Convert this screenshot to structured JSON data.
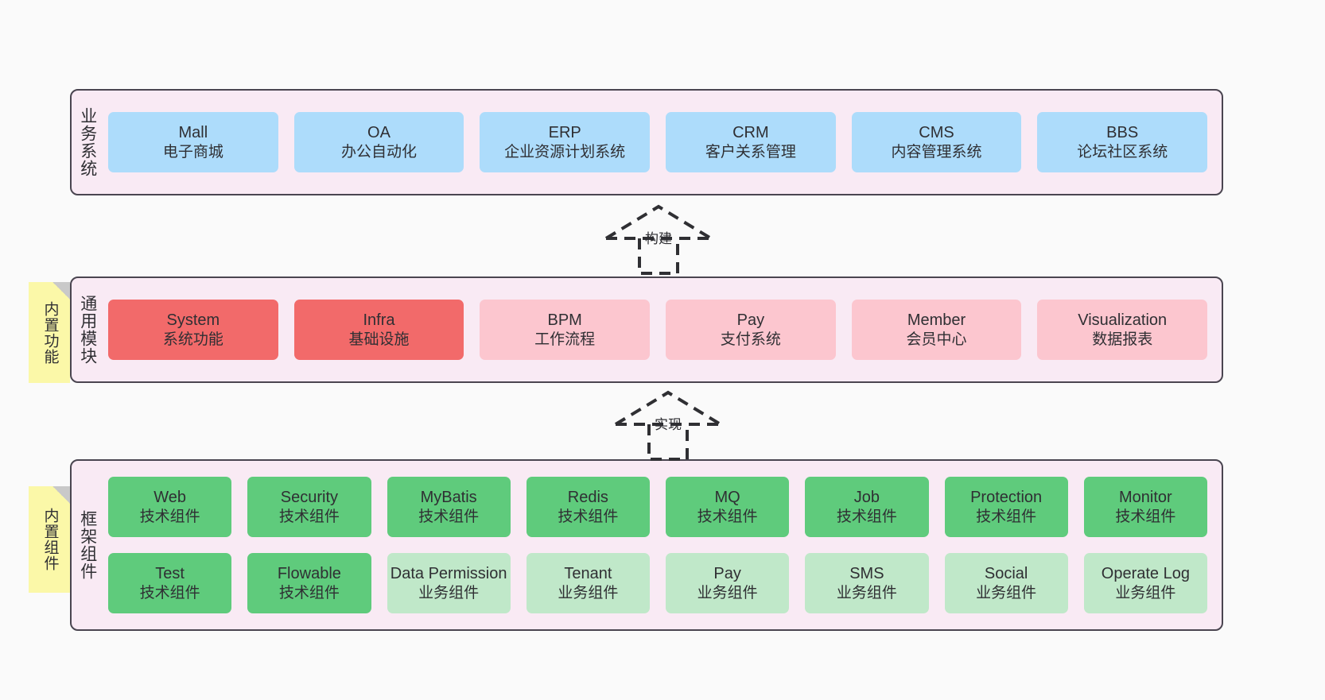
{
  "diagram": {
    "title_vertical_orientation": "upright",
    "colors": {
      "layer_bg": "#f9eaf4",
      "layer_border": "#4a4550",
      "blue": "#addcfb",
      "red": "#f26a6a",
      "pink": "#fcc6cf",
      "green": "#5fcb7c",
      "green_light": "#c0e8c9",
      "note_bg": "#fbf8a8",
      "note_fold": "#c9c9c9",
      "page_bg": "#fafafa"
    }
  },
  "layers": [
    {
      "id": "business",
      "label": "业务系统",
      "rows": [
        {
          "boxes": [
            {
              "title": "Mall",
              "subtitle": "电子商城",
              "color": "blue"
            },
            {
              "title": "OA",
              "subtitle": "办公自动化",
              "color": "blue"
            },
            {
              "title": "ERP",
              "subtitle": "企业资源计划系统",
              "color": "blue"
            },
            {
              "title": "CRM",
              "subtitle": "客户关系管理",
              "color": "blue"
            },
            {
              "title": "CMS",
              "subtitle": "内容管理系统",
              "color": "blue"
            },
            {
              "title": "BBS",
              "subtitle": "论坛社区系统",
              "color": "blue"
            }
          ]
        }
      ]
    },
    {
      "id": "modules",
      "label": "通用模块",
      "note": "内置功能",
      "rows": [
        {
          "boxes": [
            {
              "title": "System",
              "subtitle": "系统功能",
              "color": "red"
            },
            {
              "title": "Infra",
              "subtitle": "基础设施",
              "color": "red"
            },
            {
              "title": "BPM",
              "subtitle": "工作流程",
              "color": "pink"
            },
            {
              "title": "Pay",
              "subtitle": "支付系统",
              "color": "pink"
            },
            {
              "title": "Member",
              "subtitle": "会员中心",
              "color": "pink"
            },
            {
              "title": "Visualization",
              "subtitle": "数据报表",
              "color": "pink"
            }
          ]
        }
      ]
    },
    {
      "id": "frame",
      "label": "框架组件",
      "note": "内置组件",
      "rows": [
        {
          "boxes": [
            {
              "title": "Web",
              "subtitle": "技术组件",
              "color": "green"
            },
            {
              "title": "Security",
              "subtitle": "技术组件",
              "color": "green"
            },
            {
              "title": "MyBatis",
              "subtitle": "技术组件",
              "color": "green"
            },
            {
              "title": "Redis",
              "subtitle": "技术组件",
              "color": "green"
            },
            {
              "title": "MQ",
              "subtitle": "技术组件",
              "color": "green"
            },
            {
              "title": "Job",
              "subtitle": "技术组件",
              "color": "green"
            },
            {
              "title": "Protection",
              "subtitle": "技术组件",
              "color": "green"
            },
            {
              "title": "Monitor",
              "subtitle": "技术组件",
              "color": "green"
            }
          ]
        },
        {
          "boxes": [
            {
              "title": "Test",
              "subtitle": "技术组件",
              "color": "green"
            },
            {
              "title": "Flowable",
              "subtitle": "技术组件",
              "color": "green"
            },
            {
              "title": "Data Permission",
              "subtitle": "业务组件",
              "color": "green-light"
            },
            {
              "title": "Tenant",
              "subtitle": "业务组件",
              "color": "green-light"
            },
            {
              "title": "Pay",
              "subtitle": "业务组件",
              "color": "green-light"
            },
            {
              "title": "SMS",
              "subtitle": "业务组件",
              "color": "green-light"
            },
            {
              "title": "Social",
              "subtitle": "业务组件",
              "color": "green-light"
            },
            {
              "title": "Operate Log",
              "subtitle": "业务组件",
              "color": "green-light"
            }
          ]
        }
      ]
    }
  ],
  "connectors": [
    {
      "id": "build",
      "label": "构建",
      "style": "dashed-generalization"
    },
    {
      "id": "realize",
      "label": "实现",
      "style": "dashed-generalization"
    }
  ]
}
